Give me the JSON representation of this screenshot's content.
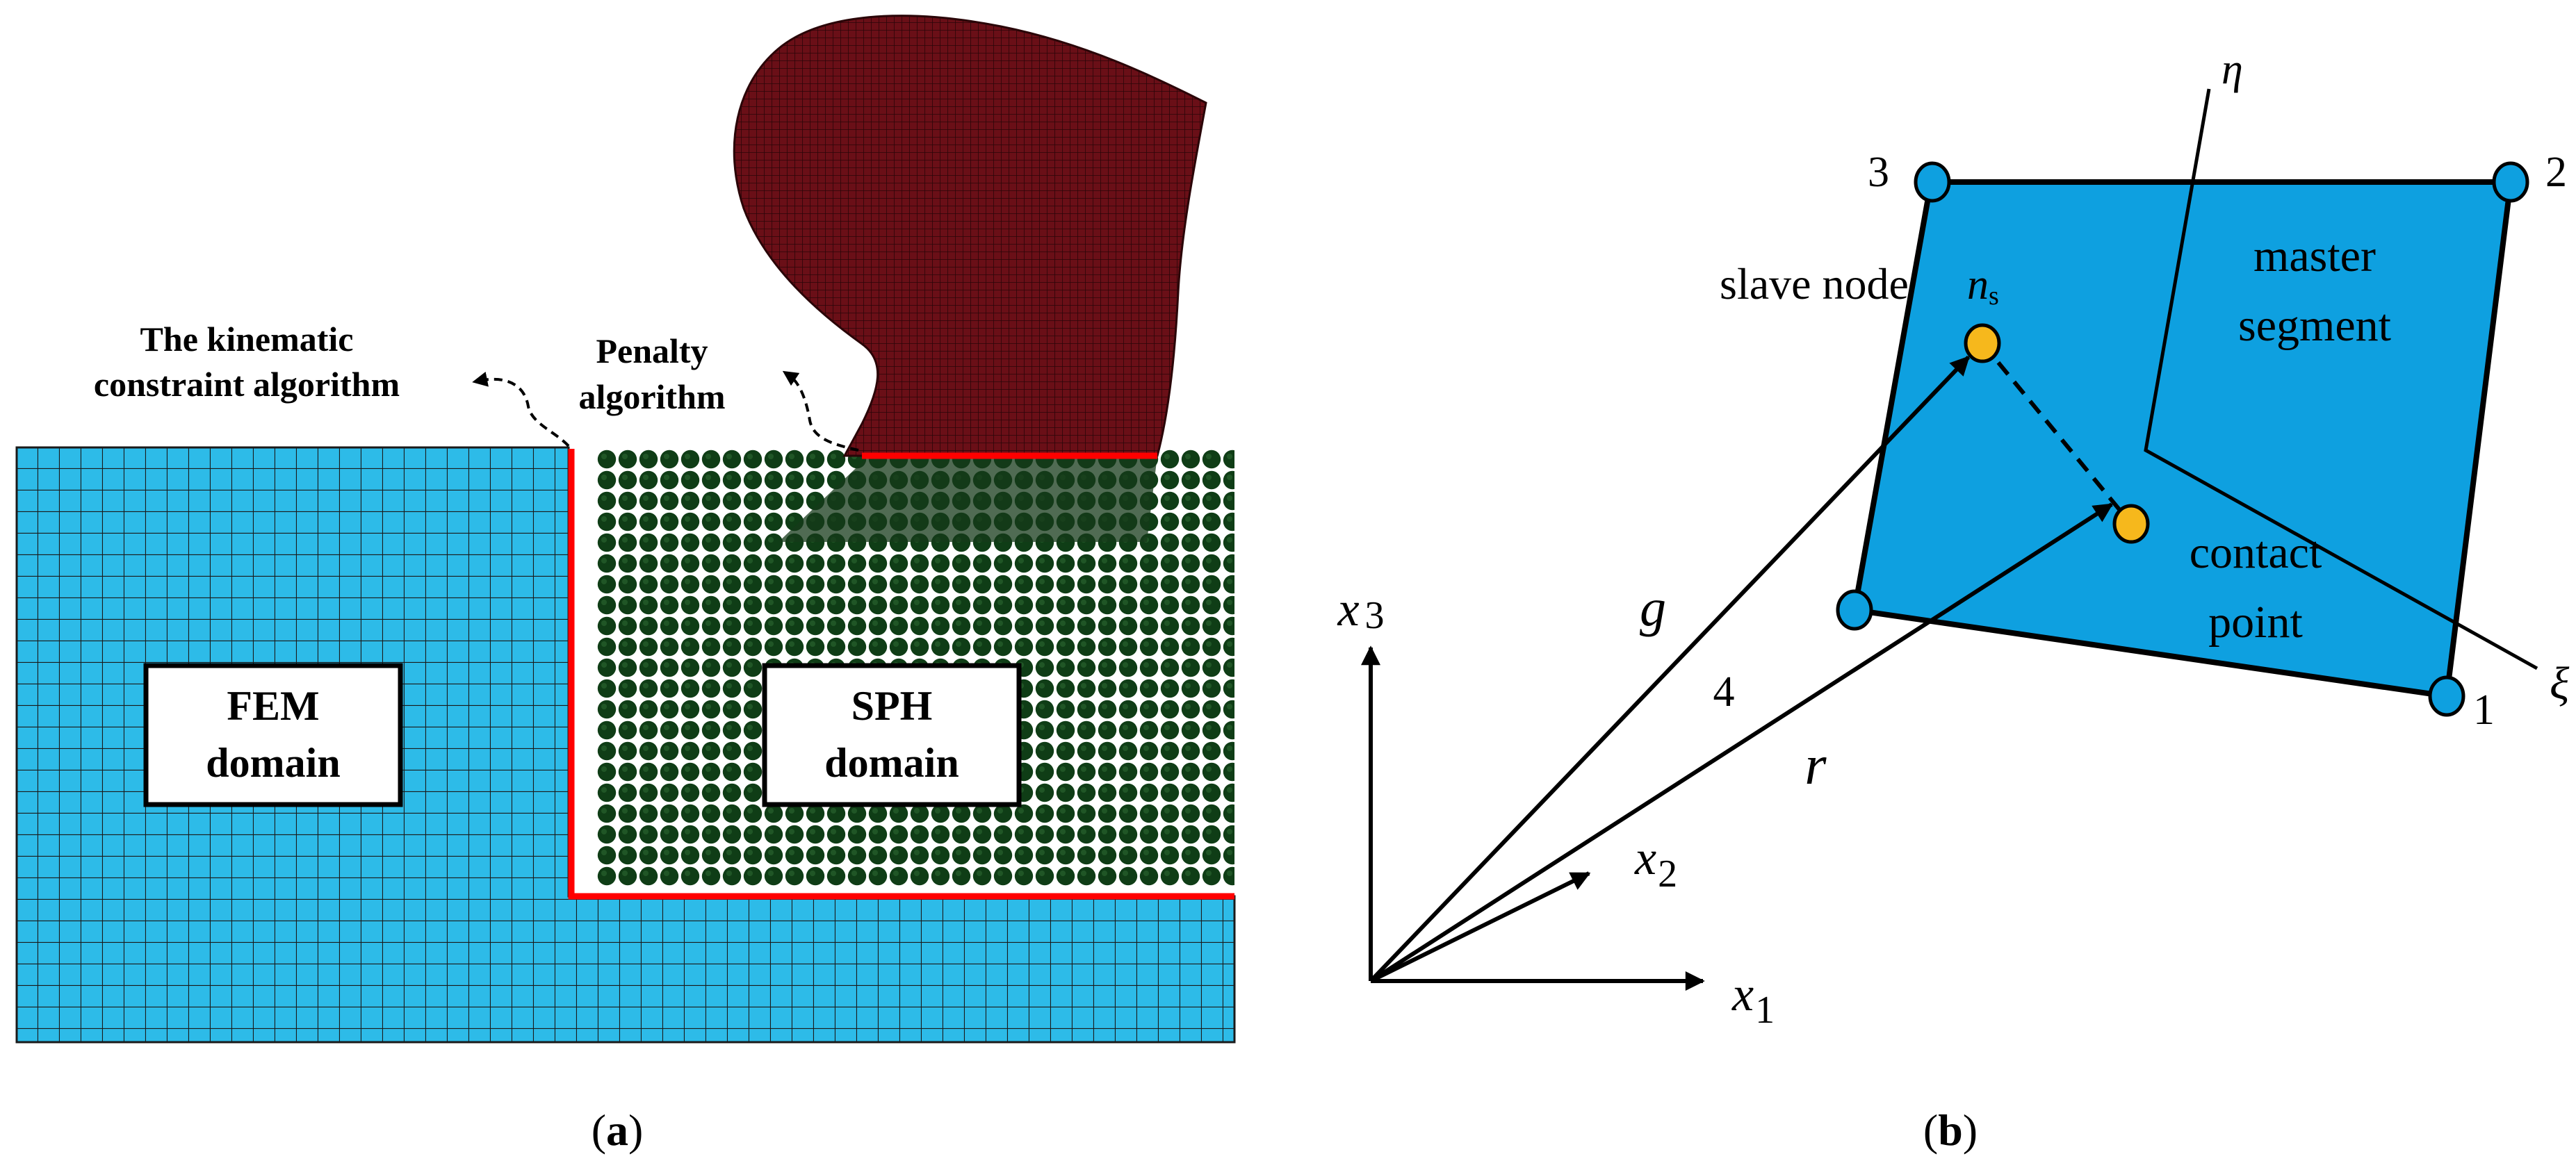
{
  "panel_a": {
    "caption_open": "(",
    "caption_letter": "a",
    "caption_close": ")",
    "kinematic_label_line1": "The kinematic",
    "kinematic_label_line2": "constraint algorithm",
    "penalty_label_line1": "Penalty",
    "penalty_label_line2": "algorithm",
    "fem_box_line1": "FEM",
    "fem_box_line2": "domain",
    "sph_box_line1": "SPH",
    "sph_box_line2": "domain",
    "colors": {
      "fem_mesh": "#2dbbe8",
      "sph_particles": "#0f3d16",
      "projectile": "#5c0c12",
      "interface_line": "#ff0000"
    }
  },
  "panel_b": {
    "caption_open": "(",
    "caption_letter": "b",
    "caption_close": ")",
    "node_3": "3",
    "node_2": "2",
    "node_1": "1",
    "node_4": "4",
    "eta": "η",
    "xi": "ξ",
    "slave_node_label": "slave node",
    "ns_main": "n",
    "ns_sub": "s",
    "master_line1": "master",
    "master_line2": "segment",
    "contact_line1": "contact",
    "contact_line2": "point",
    "g": "g",
    "r": "r",
    "x1_main": "x",
    "x1_sub": "1",
    "x2_main": "x",
    "x2_sub": "2",
    "x3_main": "x",
    "x3_sub": "3",
    "colors": {
      "segment_fill": "#0ea0e0",
      "node_fill": "#0ea0e0",
      "contact_fill": "#f6b81c"
    }
  }
}
